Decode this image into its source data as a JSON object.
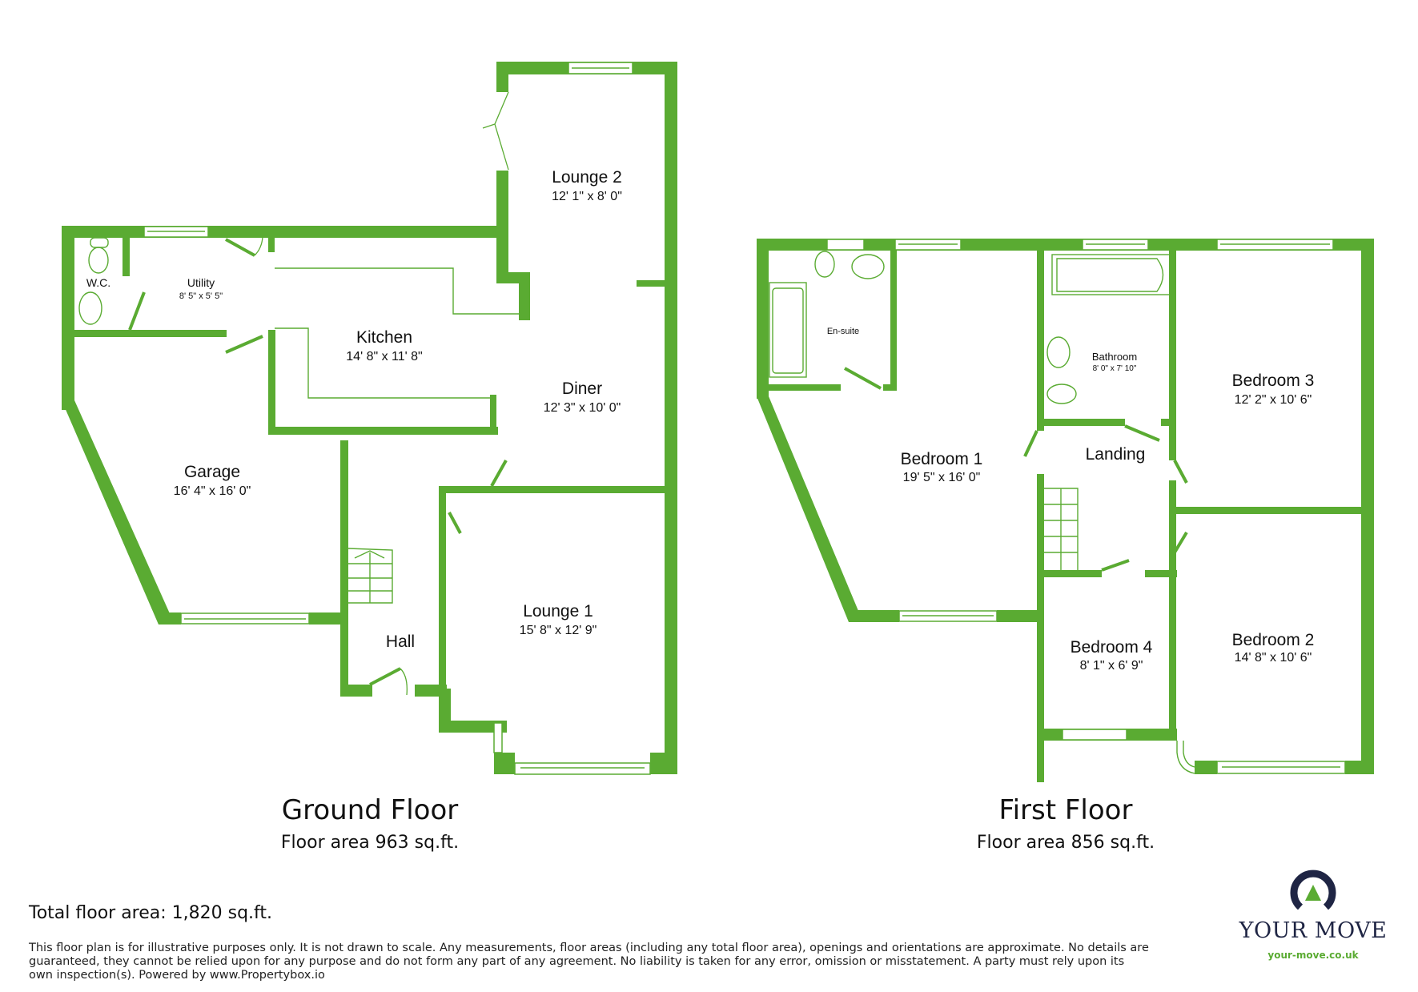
{
  "colors": {
    "wall": "#5aab32",
    "logo_navy": "#1f2544",
    "logo_green": "#5aab32"
  },
  "ground_floor": {
    "title": "Ground Floor",
    "area": "Floor area 963 sq.ft.",
    "rooms": [
      {
        "name": "Lounge 2",
        "dims": "12' 1\" x 8' 0\""
      },
      {
        "name": "W.C.",
        "dims": ""
      },
      {
        "name": "Utility",
        "dims": "8' 5\" x 5' 5\""
      },
      {
        "name": "Kitchen",
        "dims": "14' 8\" x 11' 8\""
      },
      {
        "name": "Diner",
        "dims": "12' 3\" x 10' 0\""
      },
      {
        "name": "Garage",
        "dims": "16' 4\" x 16' 0\""
      },
      {
        "name": "Hall",
        "dims": ""
      },
      {
        "name": "Lounge 1",
        "dims": "15' 8\" x 12' 9\""
      }
    ]
  },
  "first_floor": {
    "title": "First Floor",
    "area": "Floor area 856 sq.ft.",
    "rooms": [
      {
        "name": "En-suite",
        "dims": ""
      },
      {
        "name": "Bathroom",
        "dims": "8' 0\" x 7' 10\""
      },
      {
        "name": "Bedroom 3",
        "dims": "12' 2\" x 10' 6\""
      },
      {
        "name": "Bedroom 1",
        "dims": "19' 5\" x 16' 0\""
      },
      {
        "name": "Landing",
        "dims": ""
      },
      {
        "name": "Bedroom 4",
        "dims": "8' 1\" x 6' 9\""
      },
      {
        "name": "Bedroom 2",
        "dims": "14' 8\" x 10' 6\""
      }
    ]
  },
  "total_area": "Total floor area: 1,820 sq.ft.",
  "disclaimer": "This floor plan is for illustrative purposes only. It is not drawn to scale. Any measurements, floor areas (including any total floor area), openings and orientations are approximate. No details are guaranteed, they cannot be relied upon for any purpose and do not form any part of any agreement. No liability is taken for any error, omission or misstatement. A party must rely upon its own inspection(s). Powered by www.Propertybox.io",
  "logo": {
    "icon": "your-move-logo-icon",
    "name": "YOUR MOVE",
    "url": "your-move.co.uk"
  }
}
